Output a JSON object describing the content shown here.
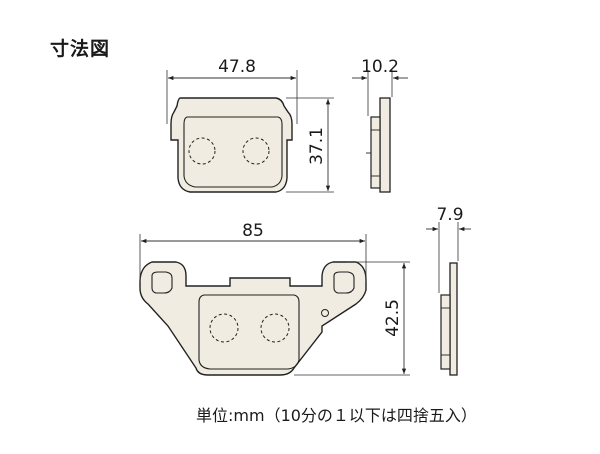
{
  "title": "寸法図",
  "unit_note": "単位:mm（10分の１以下は四捨五入）",
  "dimensions": {
    "top_width": "47.8",
    "top_thickness": "10.2",
    "top_height": "37.1",
    "bottom_width": "85",
    "bottom_thickness": "7.9",
    "bottom_height": "42.5"
  },
  "colors": {
    "pad_fill": "#f1ece1",
    "line": "#222222"
  }
}
